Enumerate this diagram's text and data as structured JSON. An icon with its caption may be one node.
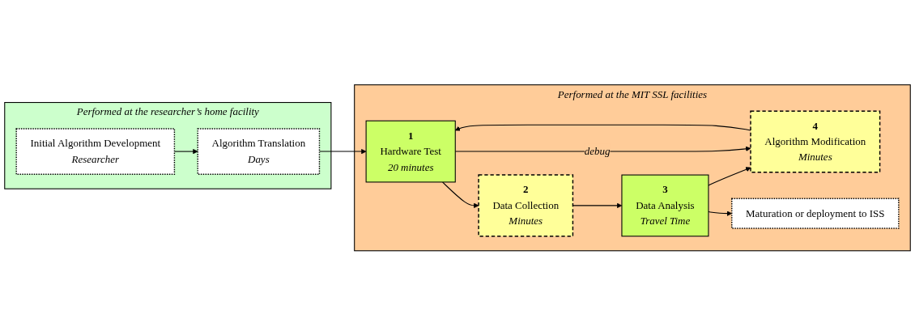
{
  "diagram": {
    "nodes": [
      {
        "text": [
          "Performed at the researcher’s home facility"
        ]
      },
      {
        "text": [
          "Initial Algorithm Development",
          "Researcher"
        ],
        "in": 0
      },
      {
        "text": [
          "Algorithm Translation",
          "Days"
        ],
        "in": 0
      },
      {
        "text": [
          "Performed at the MIT SSL facilities"
        ]
      },
      {
        "text": [
          "1",
          "Hardware Test",
          "20 minutes"
        ],
        "in": 3
      },
      {
        "text": [
          "2",
          "Data Collection",
          "Minutes"
        ],
        "in": 3
      },
      {
        "text": [
          "4",
          "Algorithm Modification",
          "Minutes"
        ],
        "in": 3
      },
      {
        "text": [
          "3",
          "Data Analysis",
          "Travel Time"
        ],
        "in": 3
      },
      {
        "text": [
          "Maturation or deployment to ISS"
        ],
        "in": 3
      }
    ],
    "edges": [
      {
        "from": 1,
        "to": 2,
        "arrow": "to"
      },
      {
        "from": 2,
        "to": 4,
        "arrow": "to"
      },
      {
        "from": 4,
        "to": 5,
        "arrow": "to"
      },
      {
        "from": 5,
        "to": 7,
        "arrow": "to"
      },
      {
        "from": 7,
        "to": 6,
        "arrow": "to"
      },
      {
        "from": 4,
        "to": 6,
        "arrow": "to",
        "label": "debug"
      },
      {
        "from": 6,
        "to": 4,
        "arrow": "to"
      },
      {
        "from": 7,
        "to": 8,
        "arrow": "to"
      }
    ]
  }
}
